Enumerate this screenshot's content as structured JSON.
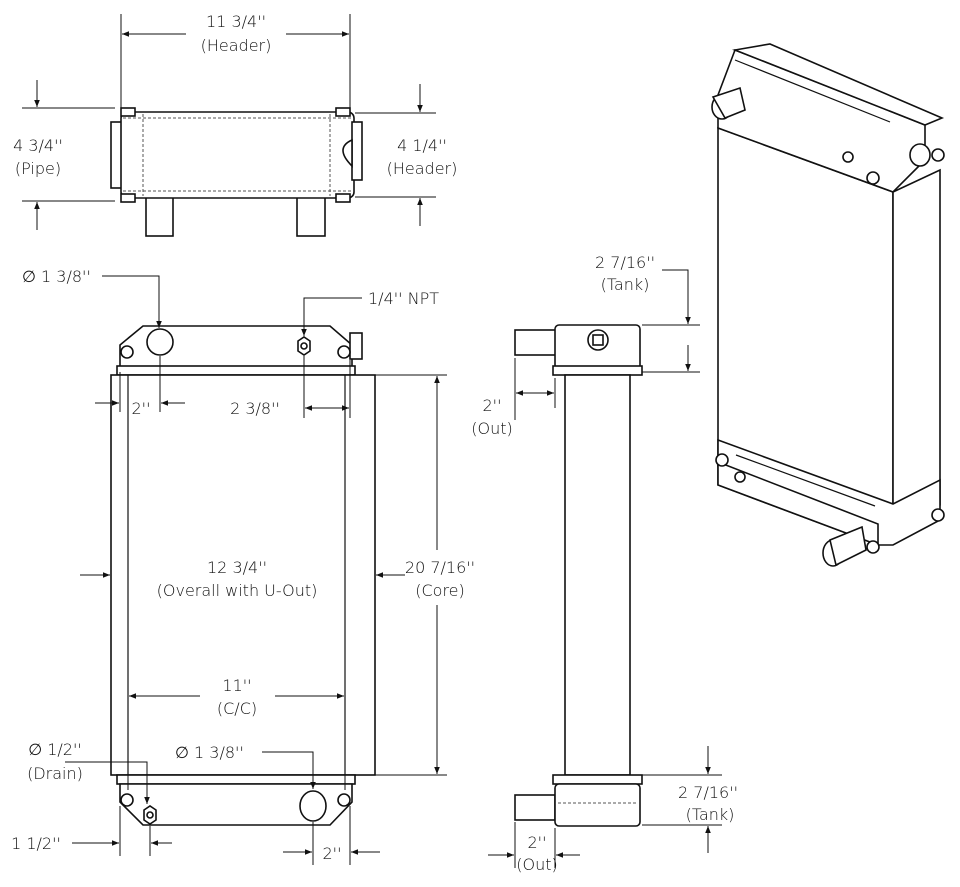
{
  "top_view": {
    "width_value": "11 3/4''",
    "width_note": "(Header)",
    "pipe_value": "4 3/4''",
    "pipe_note": "(Pipe)",
    "header_value": "4 1/4''",
    "header_note": "(Header)"
  },
  "front_view": {
    "inlet_diameter": "∅ 1 3/8''",
    "npt_label": "1/4'' NPT",
    "inlet_offset": "2''",
    "npt_offset": "2 3/8''",
    "overall_value": "12 3/4''",
    "overall_note": "(Overall with U-Out)",
    "core_value": "20 7/16''",
    "core_note": "(Core)",
    "cc_value": "11''",
    "cc_note": "(C/C)",
    "drain_diameter": "∅ 1/2''",
    "drain_note": "(Drain)",
    "outlet_diameter": "∅ 1 3/8''",
    "drain_offset": "1 1/2''",
    "outlet_offset": "2''"
  },
  "side_view": {
    "top_tank_value": "2 7/16''",
    "top_tank_note": "(Tank)",
    "top_out_value": "2''",
    "top_out_note": "(Out)",
    "bottom_tank_value": "2 7/16''",
    "bottom_tank_note": "(Tank)",
    "bottom_out_value": "2''",
    "bottom_out_note": "(Out)"
  }
}
